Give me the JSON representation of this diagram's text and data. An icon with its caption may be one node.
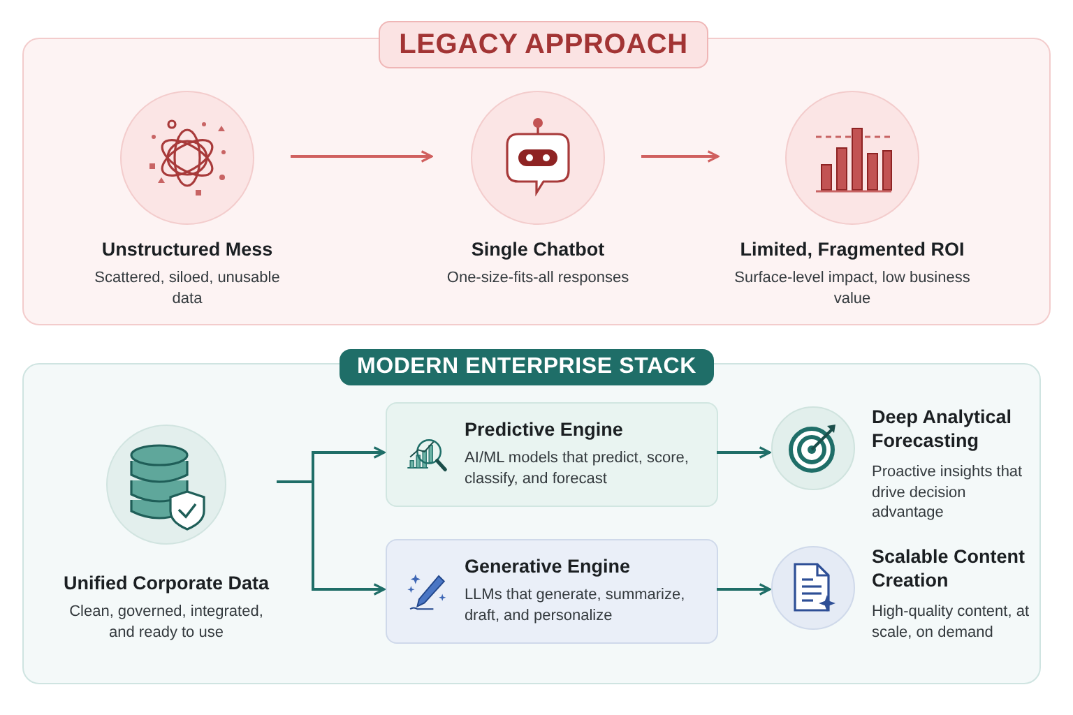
{
  "diagram": {
    "nodes": [
      {
        "text": [
          "LEGACY APPROACH"
        ]
      },
      {
        "text": [
          "Unstructured Mess",
          "Scattered, siloed, unusable data"
        ],
        "in": 0
      },
      {
        "text": [
          "Single Chatbot",
          "One-size-fits-all responses"
        ],
        "in": 0
      },
      {
        "text": [
          "Limited, Fragmented ROI",
          "Surface-level impact, low business value"
        ],
        "in": 0
      },
      {
        "text": [
          "MODERN ENTERPRISE STACK"
        ]
      },
      {
        "text": [
          "Unified Corporate Data",
          "Clean, governed, integrated, and ready to use"
        ],
        "in": 4
      },
      {
        "text": [
          "Predictive Engine",
          "AI/ML models that predict, score, classify, and forecast"
        ],
        "in": 4
      },
      {
        "text": [
          "Generative Engine",
          "LLMs that generate, summarize, draft, and personalize"
        ],
        "in": 4
      },
      {
        "text": [
          "Deep Analytical Forecasting",
          "Proactive insights that drive decision advantage"
        ],
        "in": 4
      },
      {
        "text": [
          "Scalable Content Creation",
          "High-quality content, at scale, on demand"
        ],
        "in": 4
      }
    ],
    "edges": [
      {
        "from": 1,
        "to": 2,
        "arrow": "to",
        "color": "#d0605f"
      },
      {
        "from": 2,
        "to": 3,
        "arrow": "to",
        "color": "#d0605f"
      },
      {
        "from": 5,
        "to": 6,
        "arrow": "to"
      },
      {
        "from": 5,
        "to": 7,
        "arrow": "to"
      },
      {
        "from": 6,
        "to": 8,
        "arrow": "to"
      },
      {
        "from": 7,
        "to": 9,
        "arrow": "to"
      }
    ]
  }
}
